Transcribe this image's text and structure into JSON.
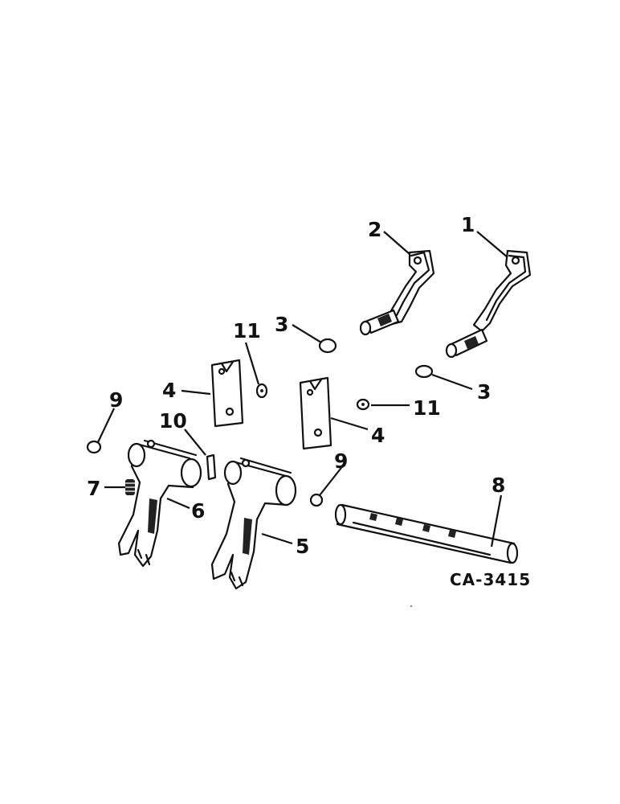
{
  "callouts": {
    "c1": "1",
    "c2": "2",
    "c3a": "3",
    "c3b": "3",
    "c4a": "4",
    "c4b": "4",
    "c5": "5",
    "c6": "6",
    "c7": "7",
    "c8": "8",
    "c9a": "9",
    "c9b": "9",
    "c10": "10",
    "c11a": "11",
    "c11b": "11"
  },
  "figure_code": "CA-3415"
}
